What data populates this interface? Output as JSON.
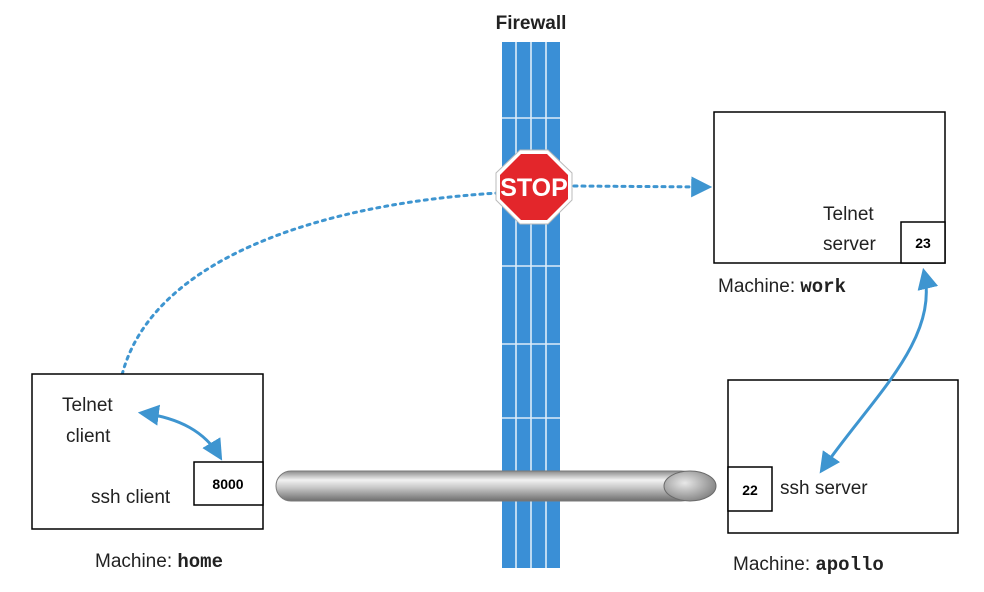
{
  "firewall": {
    "title": "Firewall",
    "sign": "STOP"
  },
  "machines": {
    "home": {
      "prefix": "Machine: ",
      "name": "home",
      "app1": "Telnet",
      "app2": "client",
      "app3": "ssh client",
      "port": "8000"
    },
    "work": {
      "prefix": "Machine: ",
      "name": "work",
      "app1": "Telnet",
      "app2": "server",
      "port": "23"
    },
    "apollo": {
      "prefix": "Machine: ",
      "name": "apollo",
      "app1": "ssh server",
      "port": "22"
    }
  },
  "colors": {
    "firewall": "#3a8fd6",
    "firewall_dark": "#1f6fb8",
    "stop": "#e3262b",
    "arrow": "#3e95d0",
    "tunnel": "#b9b9b9"
  }
}
